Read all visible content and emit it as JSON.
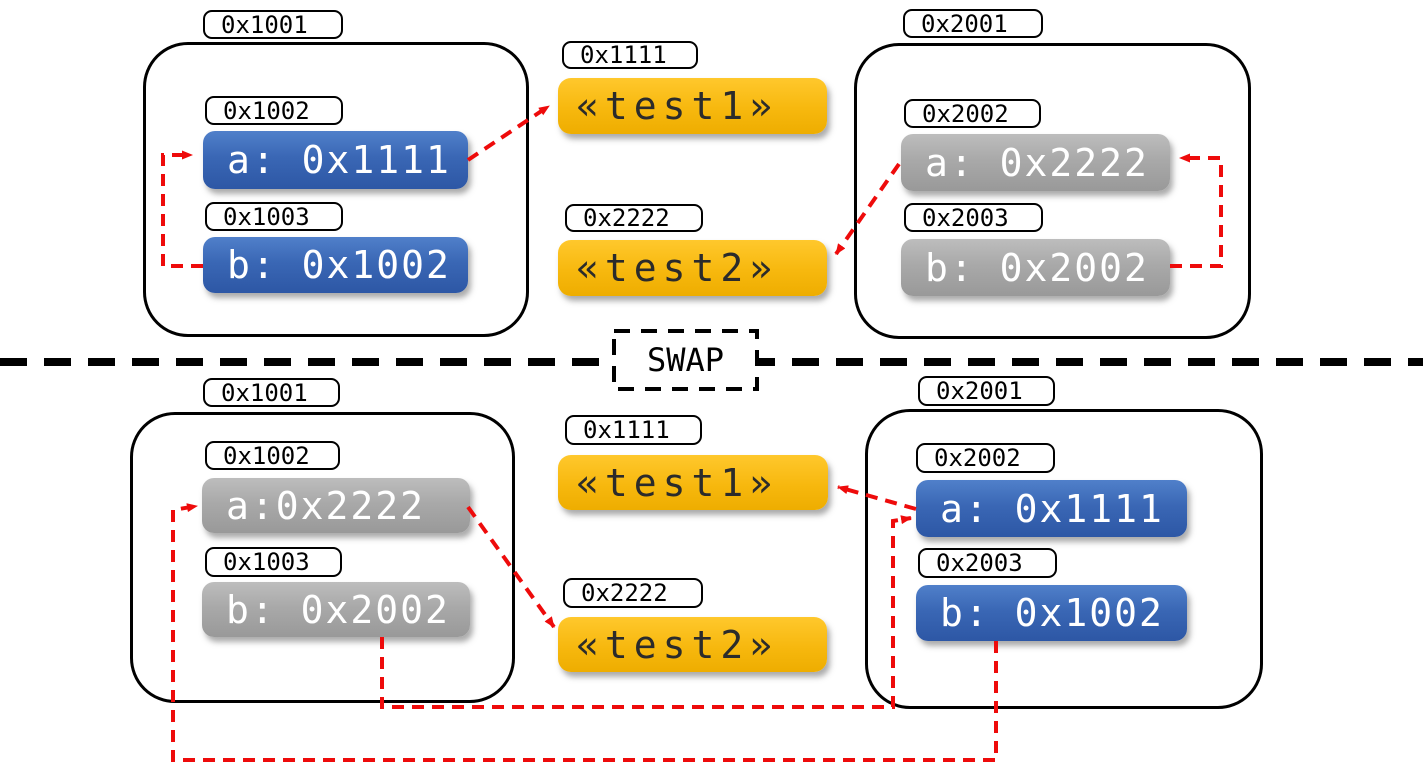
{
  "colors": {
    "variable_blue": "#3a67b5",
    "variable_gray": "#a9a9a9",
    "string_yellow": "#f7b80e",
    "arrow_red": "#ee0b0b",
    "outline_black": "#000000"
  },
  "divider": {
    "label": "SWAP"
  },
  "before": {
    "left_frame": {
      "address": "0x1001",
      "slots": [
        {
          "address": "0x1002",
          "value": "a: 0x1111"
        },
        {
          "address": "0x1003",
          "value": "b: 0x1002"
        }
      ]
    },
    "strings": [
      {
        "address": "0x1111",
        "value": "«test1»"
      },
      {
        "address": "0x2222",
        "value": "«test2»"
      }
    ],
    "right_frame": {
      "address": "0x2001",
      "slots": [
        {
          "address": "0x2002",
          "value": "a: 0x2222"
        },
        {
          "address": "0x2003",
          "value": "b: 0x2002"
        }
      ]
    }
  },
  "after": {
    "left_frame": {
      "address": "0x1001",
      "slots": [
        {
          "address": "0x1002",
          "value": "a:0x2222"
        },
        {
          "address": "0x1003",
          "value": "b: 0x2002"
        }
      ]
    },
    "strings": [
      {
        "address": "0x1111",
        "value": "«test1»"
      },
      {
        "address": "0x2222",
        "value": "«test2»"
      }
    ],
    "right_frame": {
      "address": "0x2001",
      "slots": [
        {
          "address": "0x2002",
          "value": "a: 0x1111"
        },
        {
          "address": "0x2003",
          "value": "b: 0x1002"
        }
      ]
    }
  }
}
